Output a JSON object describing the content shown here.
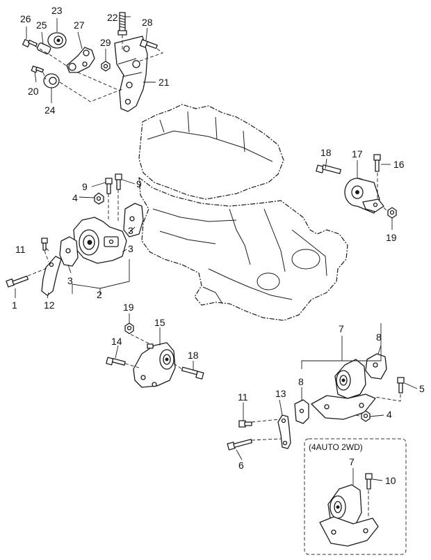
{
  "inset": {
    "title": "(4AUTO 2WD)"
  },
  "callouts": {
    "c1": "1",
    "c2": "2",
    "c3a": "3",
    "c3b": "3",
    "c3c": "3",
    "c4a": "4",
    "c4b": "4",
    "c5": "5",
    "c6": "6",
    "c7a": "7",
    "c7b": "7",
    "c8a": "8",
    "c8b": "8",
    "c9a": "9",
    "c9b": "9",
    "c10": "10",
    "c11a": "11",
    "c11b": "11",
    "c12": "12",
    "c13": "13",
    "c14": "14",
    "c15": "15",
    "c16": "16",
    "c17": "17",
    "c18a": "18",
    "c18b": "18",
    "c19a": "19",
    "c19b": "19",
    "c20": "20",
    "c21": "21",
    "c22": "22",
    "c23": "23",
    "c24": "24",
    "c25": "25",
    "c26": "26",
    "c27": "27",
    "c28": "28",
    "c29": "29"
  }
}
